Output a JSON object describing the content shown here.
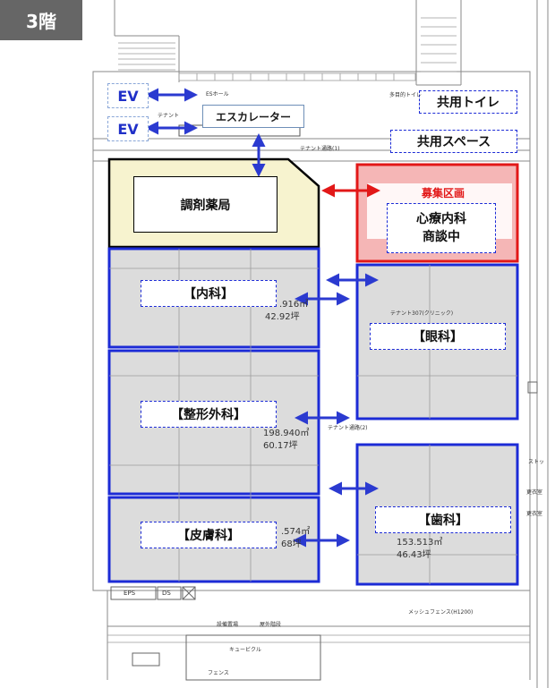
{
  "floor_label": "3階",
  "elevators": [
    "EV",
    "EV"
  ],
  "escalator": "エスカレーター",
  "shared_toilet": "共用トイレ",
  "shared_space": "共用スペース",
  "pharmacy": "調剤薬局",
  "recruit": {
    "title": "募集区画",
    "clinic_line1": "心療内科",
    "clinic_line2": "商談中"
  },
  "clinics": {
    "internal": "【内科】",
    "ortho": "【整形外科】",
    "derm": "【皮膚科】",
    "eye": "【眼科】",
    "dental": "【歯科】"
  },
  "areas": {
    "internal_m2": ".916㎡",
    "internal_tsubo": "42.92坪",
    "ortho_m2": "198.940㎡",
    "ortho_tsubo": "60.17坪",
    "derm_m2": ".574㎡",
    "derm_tsubo": "68坪",
    "dental_m2": "153.513㎡",
    "dental_tsubo": "46.43坪"
  },
  "plan_text": {
    "es_hall": "ESホール",
    "tenant_small": "テナント",
    "tenant_aisle_1": "テナント通路(1)",
    "tenant_aisle_2": "テナント通路(2)",
    "multi_toilet": "多目的トイレ",
    "tenant_307": "テナント307(クリニック)",
    "eps": "EPS",
    "ds": "DS",
    "equipment": "設備置場",
    "outdoor_stairs": "屋外階段",
    "cubicle": "キュービクル",
    "mesh_fence": "メッシュフェンス(H1200)",
    "fence": "フェンス",
    "stock": "ストッ",
    "changing": "更衣室",
    "changing2": "更衣室"
  },
  "colors": {
    "clinic_border": "#1c2bd6",
    "arrow_blue": "#2b3ad0",
    "arrow_red": "#e21818",
    "pharmacy_fill": "#f7f3cf",
    "recruit_fill": "#f5b6b6",
    "recruit_border": "#e21818",
    "unit_fill": "#dcdcdc"
  }
}
